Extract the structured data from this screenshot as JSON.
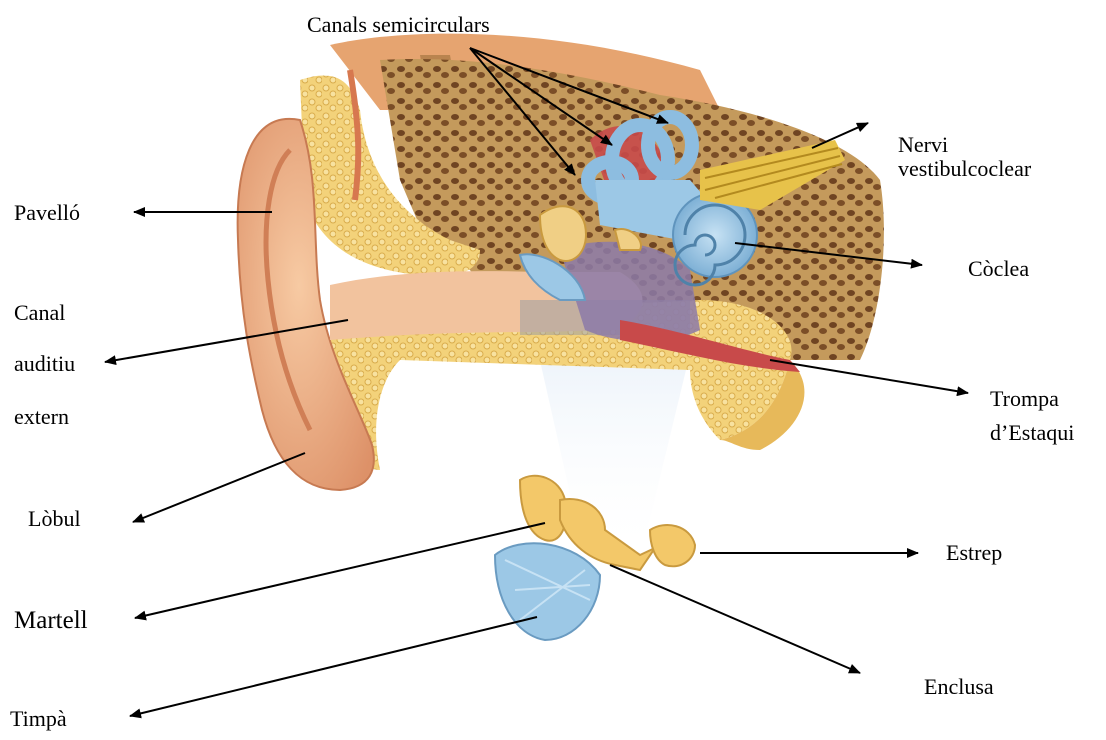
{
  "labels": {
    "canals_semicirculars": "Canals semicirculars",
    "nervi_line1": "Nervi",
    "nervi_line2": "vestibulcoclear",
    "pavello": "Pavelló",
    "coclea": "Còclea",
    "canal_line1": "Canal",
    "canal_line2": "auditiu",
    "canal_line3": "extern",
    "trompa_line1": "Trompa",
    "trompa_line2": "d’Estaqui",
    "lobul": "Lòbul",
    "estrep": "Estrep",
    "martell": "Martell",
    "enclusa": "Enclusa",
    "timpa": "Timpà"
  },
  "colors": {
    "skin": "#f2b98d",
    "bone_fill": "#f3d27a",
    "bone_pore": "#8a5a2c",
    "cochlea_blue": "#9cc8e6",
    "tissue_red": "#c84a4a",
    "brain_tan": "#e6a470",
    "nerve_yellow": "#e7c24a",
    "purple_cavity": "#8c7aa8",
    "beam_blue": "#d8e6f5"
  }
}
